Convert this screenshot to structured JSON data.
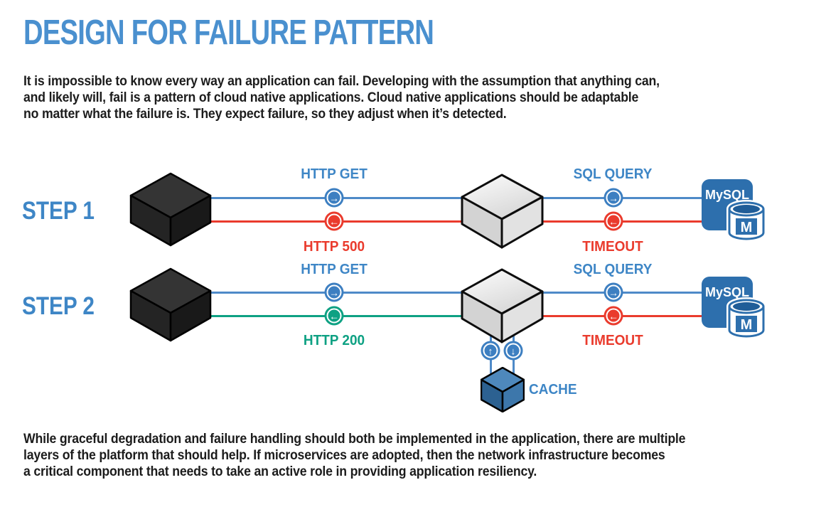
{
  "page": {
    "title": "DESIGN FOR FAILURE PATTERN",
    "intro": "It is impossible to know every way an application can fail. Developing with the assumption that anything can,\nand likely will, fail is a pattern of cloud native applications. Cloud native applications should be adaptable\nno matter what the failure is. They expect failure, so they adjust when it’s detected.",
    "footer": "While graceful degradation and failure handling should both be implemented in the application, there are multiple\nlayers of the platform that should help. If microservices are adopted, then the network infrastructure becomes\na critical component that needs to take an active role in providing application resiliency."
  },
  "icons": {
    "arrow_right": "→",
    "arrow_left": "←",
    "arrow_up": "↑",
    "arrow_down": "↓"
  },
  "colors": {
    "title_blue": "#4a90cf",
    "label_blue": "#3e86c6",
    "line_blue": "#4e8ac8",
    "badge_blue": "#3d7fc1",
    "error_red": "#ea3b2d",
    "success_green": "#0ea183",
    "mysql_blue": "#2d6fad",
    "cache_blue": "#4e88bc",
    "text_dark": "#1c1c1c"
  },
  "steps": [
    {
      "label": "STEP 1",
      "request_top": "HTTP GET",
      "response_bottom": "HTTP 500",
      "db_request": "SQL QUERY",
      "db_response": "TIMEOUT",
      "db_name": "MySQL",
      "db_badge": "M"
    },
    {
      "label": "STEP 2",
      "request_top": "HTTP GET",
      "response_bottom": "HTTP 200",
      "db_request": "SQL QUERY",
      "db_response": "TIMEOUT",
      "db_name": "MySQL",
      "db_badge": "M",
      "cache_label": "CACHE"
    }
  ]
}
